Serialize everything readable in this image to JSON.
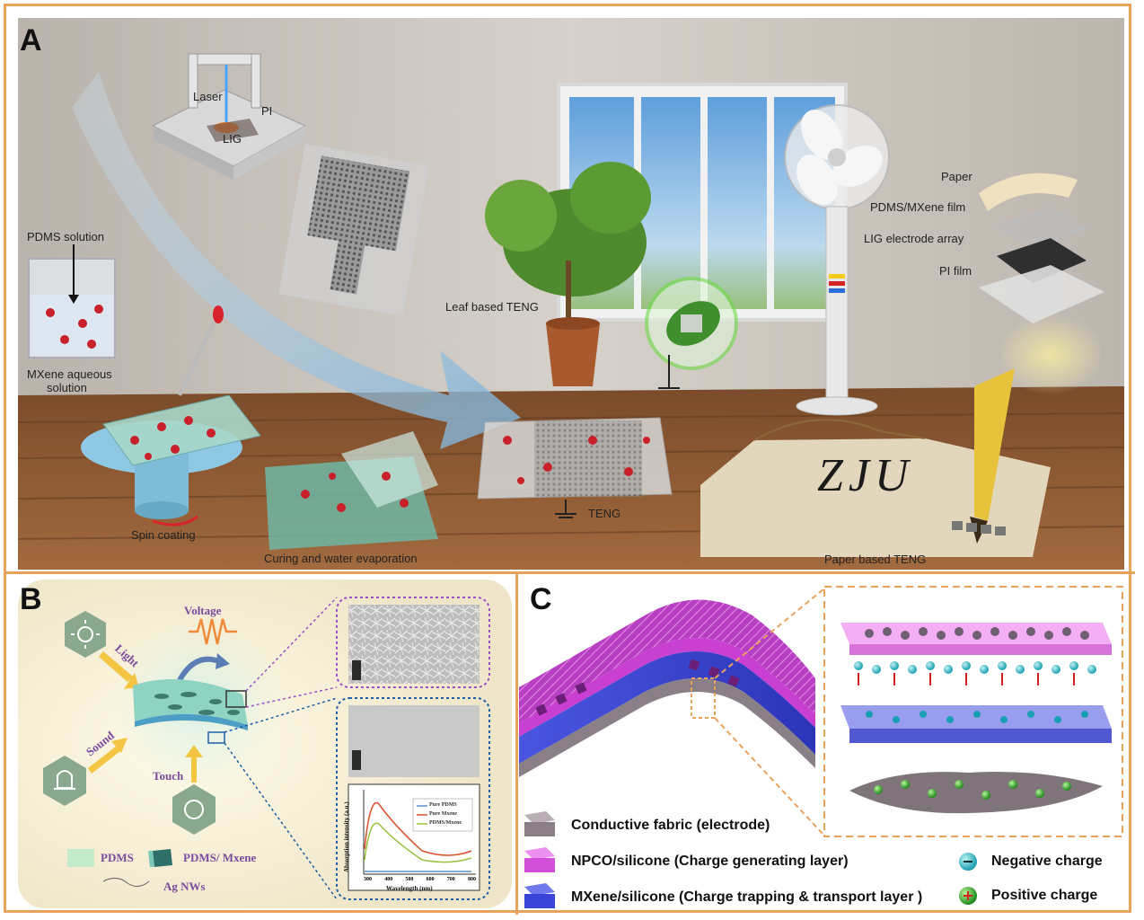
{
  "panels": {
    "a": {
      "letter": "A",
      "labels": {
        "laser": "Laser",
        "pi_short": "PI",
        "lig": "LIG",
        "pdms_solution": "PDMS solution",
        "mxene_aqueous_line1": "MXene aqueous",
        "mxene_aqueous_line2": "solution",
        "spin_coating": "Spin coating",
        "curing": "Curing and water evaporation",
        "teng": "TENG",
        "leaf_teng": "Leaf based TENG",
        "paper_teng": "Paper based TENG",
        "paper": "Paper",
        "pdms_mxene_film": "PDMS/MXene film",
        "lig_electrode_array": "LIG electrode array",
        "pi_film": "PI film",
        "paper_writing": "ZJU"
      }
    },
    "b": {
      "letter": "B",
      "labels": {
        "voltage": "Voltage",
        "light": "Light",
        "sound": "Sound",
        "touch": "Touch",
        "pdms": "PDMS",
        "pdms_mxene": "PDMS/ Mxene",
        "ag_nws": "Ag NWs"
      },
      "spectrum": {
        "ylabel": "Absorption intensity (a.u.)",
        "xlabel": "Wavelength (nm)",
        "xticks": [
          "300",
          "400",
          "500",
          "600",
          "700",
          "800"
        ],
        "legend": [
          "Pure PDMS",
          "Pure Mxene",
          "PDMS/Mxene"
        ],
        "colors": [
          "#5a8fd0",
          "#d9512c",
          "#9ac23c"
        ]
      }
    },
    "c": {
      "letter": "C",
      "legend": [
        {
          "label": "Conductive fabric (electrode)",
          "color": "#8a7f86"
        },
        {
          "label": "NPCO/silicone  (Charge generating layer)",
          "color": "#d24fd8"
        },
        {
          "label": "MXene/silicone  (Charge trapping & transport layer )",
          "color": "#3a44d6"
        }
      ],
      "charges": {
        "negative": "Negative charge",
        "positive": "Positive charge"
      }
    }
  },
  "colors": {
    "frame": "#e9a25c",
    "wall": "#c9c4bd",
    "floor": "#8a5a36",
    "panel_b_bg": "#f4efdf",
    "accent_arrow": "#7fb2d8"
  }
}
